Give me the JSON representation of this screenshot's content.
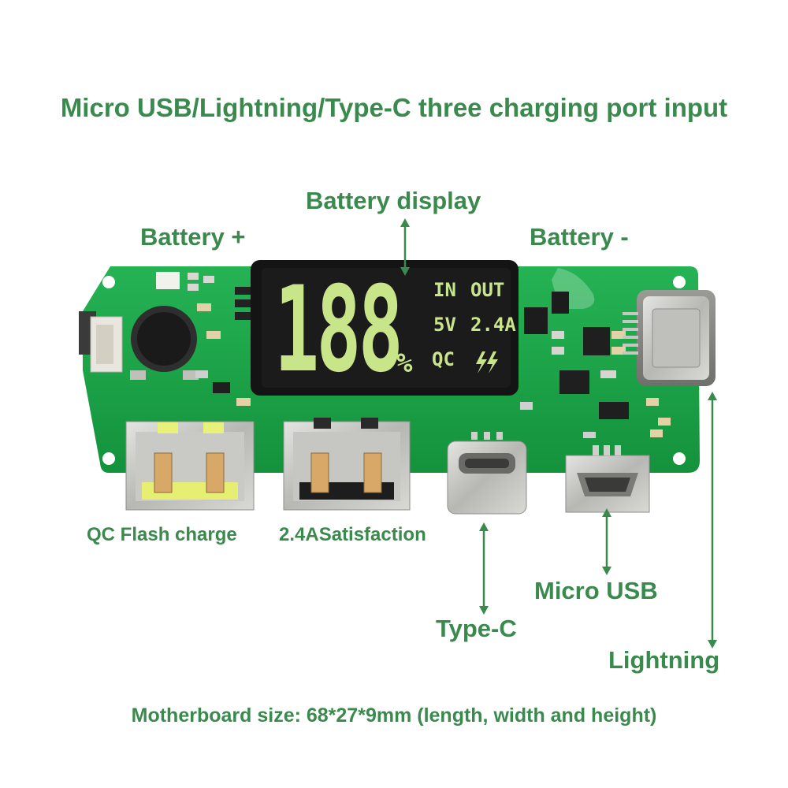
{
  "title": "Micro USB/Lightning/Type-C three charging port input",
  "labels": {
    "battery_display": "Battery display",
    "battery_plus": "Battery +",
    "battery_minus": "Battery -",
    "qc_flash_charge": "QC Flash charge",
    "satisfaction": "2.4ASatisfaction",
    "micro_usb": "Micro USB",
    "type_c": "Type-C",
    "lightning": "Lightning"
  },
  "display": {
    "digits": "188",
    "percent": "%",
    "in": "IN",
    "out": "OUT",
    "voltage": "5V",
    "current": "2.4A",
    "qc": "QC"
  },
  "footer": "Motherboard size: 68*27*9mm (length, width and height)",
  "colors": {
    "label_green": "#3a8a4e",
    "pcb_green": "#1fa84a",
    "lcd_segment": "#c9e58a"
  }
}
